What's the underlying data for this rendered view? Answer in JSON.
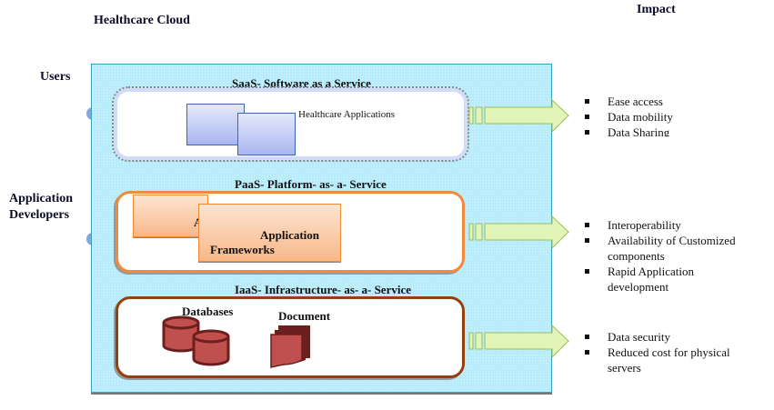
{
  "diagram": {
    "title": "Healthcare Cloud",
    "impact_header": "Impact",
    "actors": [
      {
        "label": "Users"
      },
      {
        "label": "Application Developers",
        "line1": "Application",
        "line2": "Developers"
      }
    ],
    "layers": [
      {
        "id": "saas",
        "title": "SaaS- Software as a Service",
        "border_color": "#d3dcf6",
        "components": [
          "Healthcare Applications"
        ],
        "impacts": [
          "Ease access",
          "Data mobility",
          "Data Sharing"
        ]
      },
      {
        "id": "paas",
        "title": "PaaS- Platform- as- a- Service",
        "border_color": "#f08a3c",
        "components": [
          "Application Frameworks"
        ],
        "component_back_fragment": "A",
        "component_line1": "Application",
        "component_line2": "Frameworks",
        "impacts": [
          "Interoperability",
          "Availability of Customized components",
          "Rapid Application development"
        ],
        "impact_lines": {
          "i1a": "Availability of Customized",
          "i1b": "components",
          "i2a": "Rapid Application",
          "i2b": "development"
        }
      },
      {
        "id": "iaas",
        "title": "IaaS- Infrastructure- as- a- Service",
        "border_color": "#93400e",
        "components": [
          "Databases",
          "Document"
        ],
        "impacts": [
          "Data security",
          "Reduced cost for physical servers"
        ],
        "impact_lines": {
          "i1a": "Reduced cost for physical",
          "i1b": "servers"
        }
      }
    ],
    "colors": {
      "cloud_fill": "#b8ecfa",
      "arrow_fill": "#e2f5b8",
      "arrow_stroke": "#9bbb59",
      "icon_red": "#c0504d",
      "icon_dark": "#6b1f1f"
    }
  }
}
